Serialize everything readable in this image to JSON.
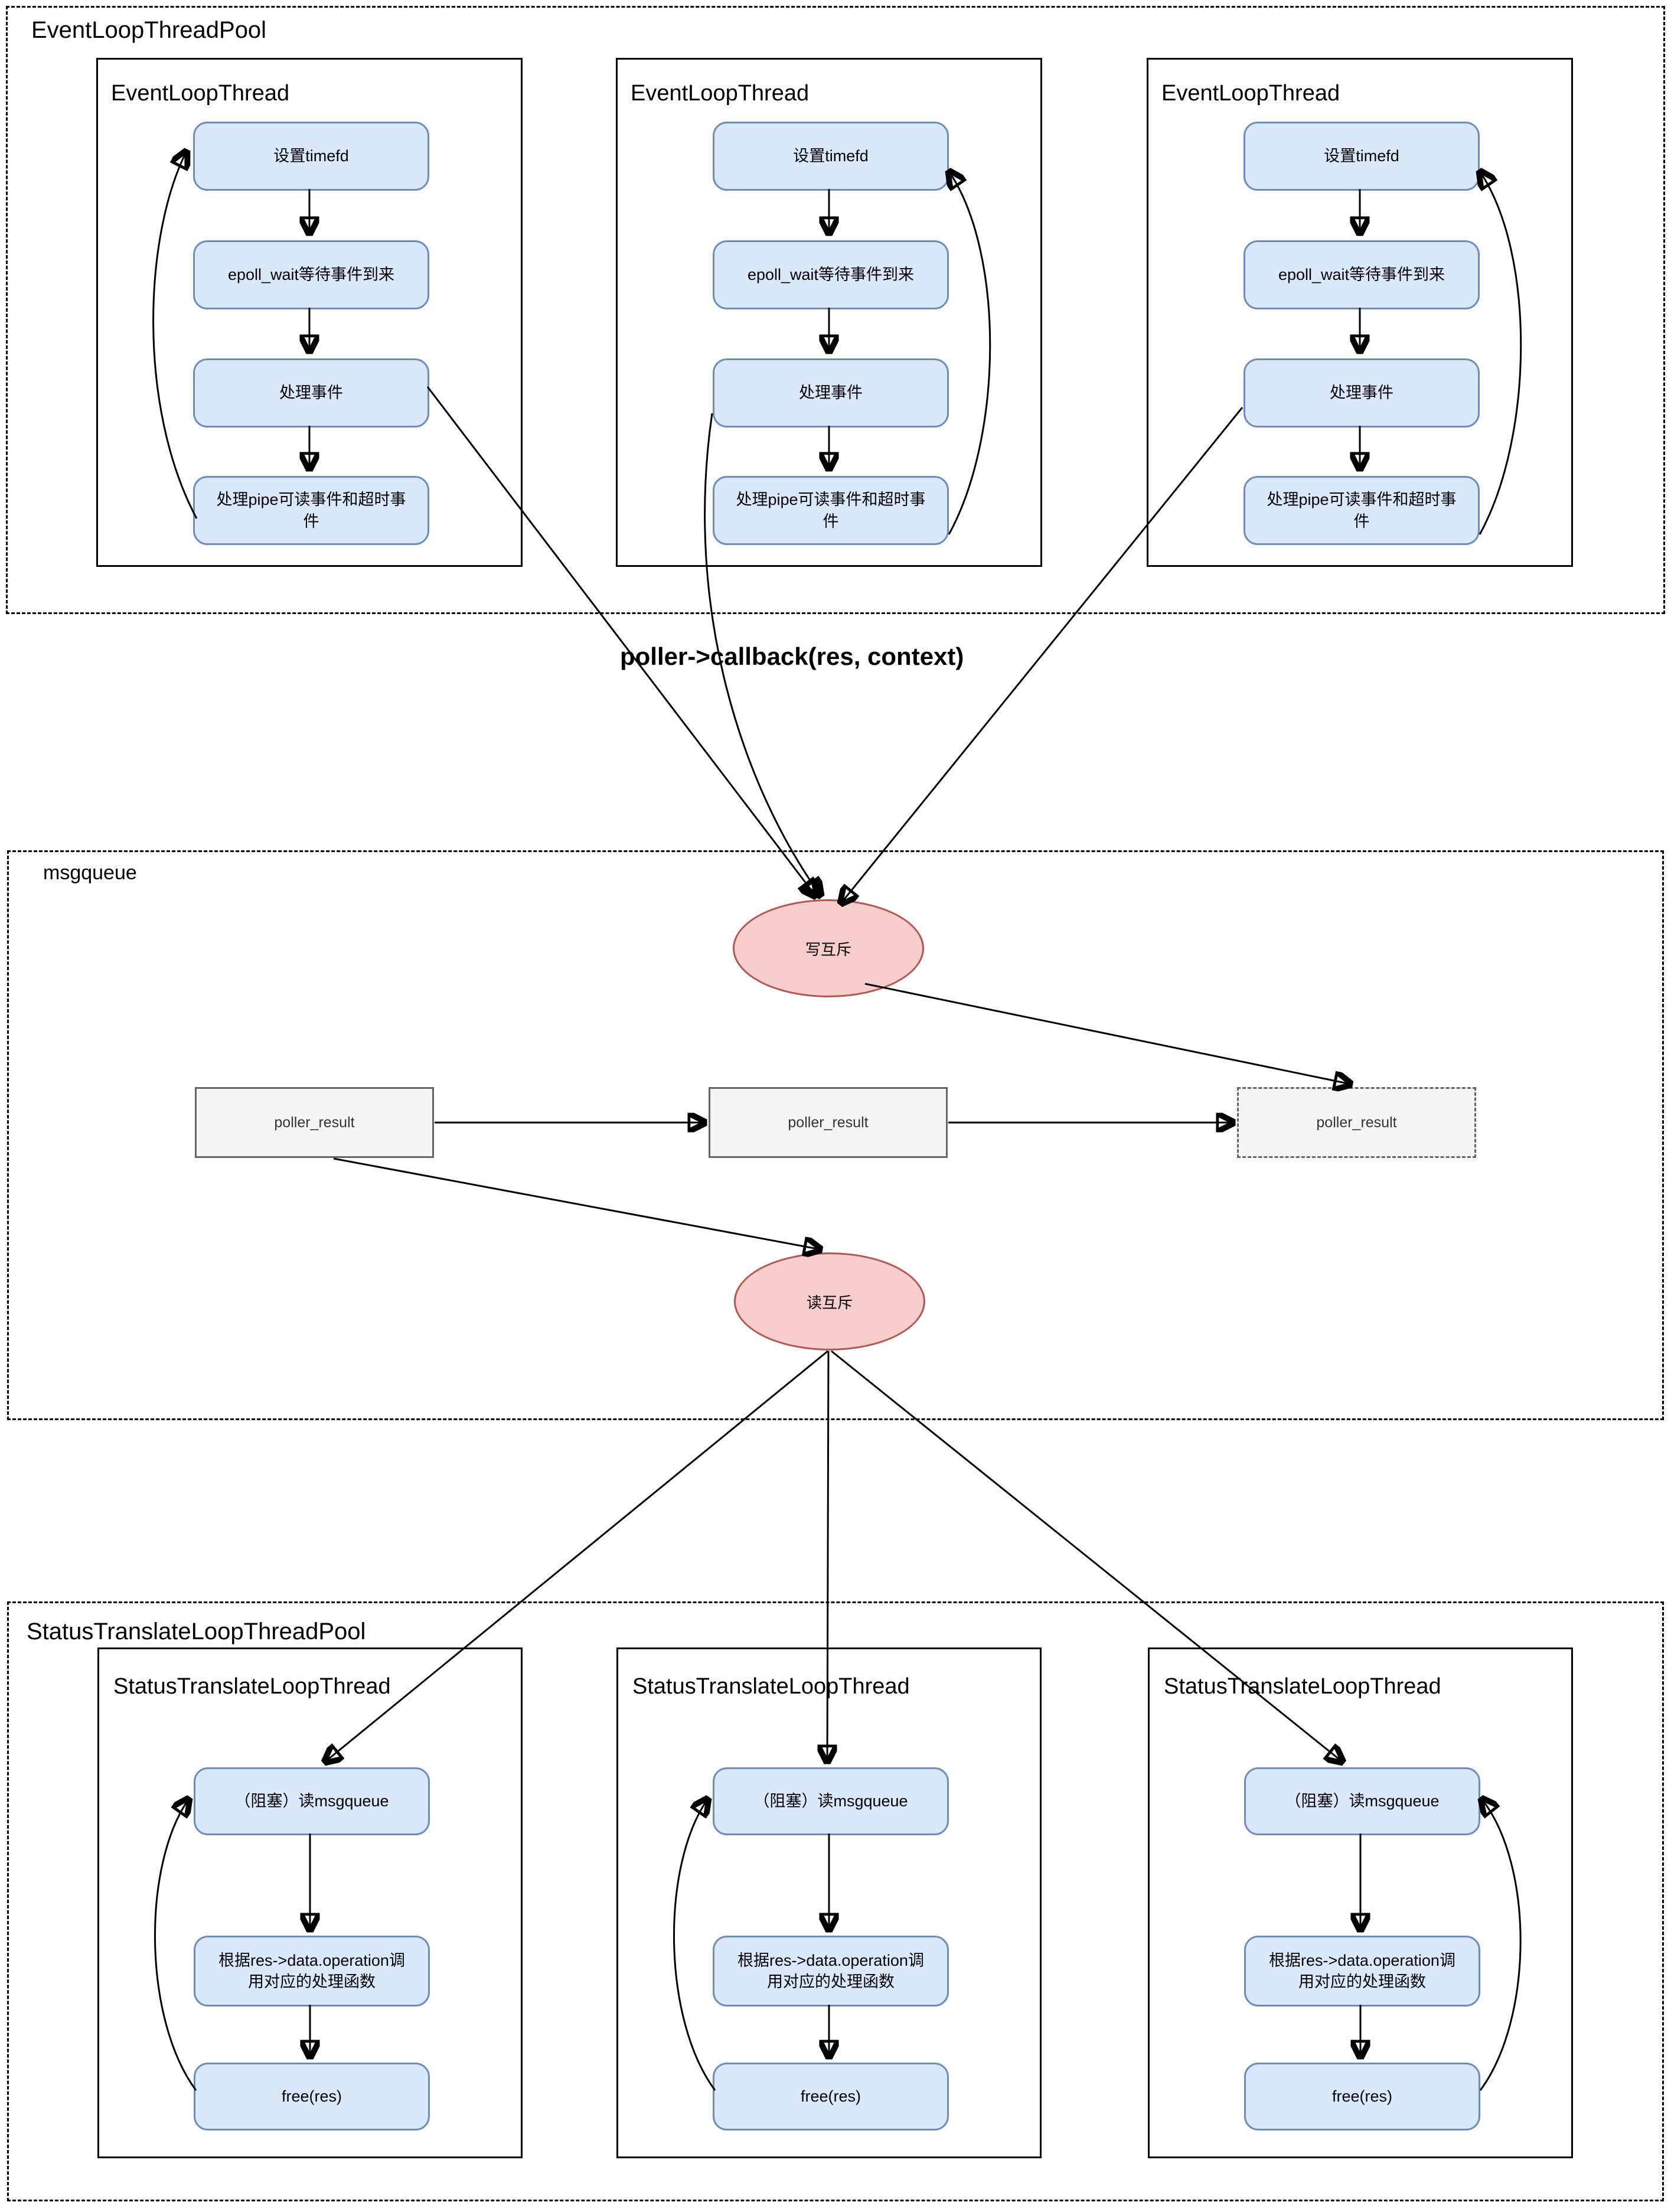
{
  "colors": {
    "blue_fill": "#dae8fc",
    "blue_stroke": "#6c8ebf",
    "red_fill": "#f8cecc",
    "red_stroke": "#b85450",
    "gray_fill": "#f5f5f5",
    "gray_stroke": "#666666",
    "line": "#000000"
  },
  "event_loop_pool": {
    "label": "EventLoopThreadPool",
    "threads": [
      {
        "label": "EventLoopThread",
        "steps": [
          "设置timefd",
          "epoll_wait等待事件到来",
          "处理事件",
          "处理pipe可读事件和超时事件"
        ]
      },
      {
        "label": "EventLoopThread",
        "steps": [
          "设置timefd",
          "epoll_wait等待事件到来",
          "处理事件",
          "处理pipe可读事件和超时事件"
        ]
      },
      {
        "label": "EventLoopThread",
        "steps": [
          "设置timefd",
          "epoll_wait等待事件到来",
          "处理事件",
          "处理pipe可读事件和超时事件"
        ]
      }
    ]
  },
  "callback_label": "poller->callback(res, context)",
  "msgqueue": {
    "label": "msgqueue",
    "write_mutex": "写互斥",
    "read_mutex": "读互斥",
    "items": [
      "poller_result",
      "poller_result",
      "poller_result"
    ]
  },
  "status_pool": {
    "label": "StatusTranslateLoopThreadPool",
    "threads": [
      {
        "label": "StatusTranslateLoopThread",
        "steps": [
          "（阻塞）读msgqueue",
          "根据res->data.operation调用对应的处理函数",
          "free(res)"
        ]
      },
      {
        "label": "StatusTranslateLoopThread",
        "steps": [
          "（阻塞）读msgqueue",
          "根据res->data.operation调用对应的处理函数",
          "free(res)"
        ]
      },
      {
        "label": "StatusTranslateLoopThread",
        "steps": [
          "（阻塞）读msgqueue",
          "根据res->data.operation调用对应的处理函数",
          "free(res)"
        ]
      }
    ]
  }
}
